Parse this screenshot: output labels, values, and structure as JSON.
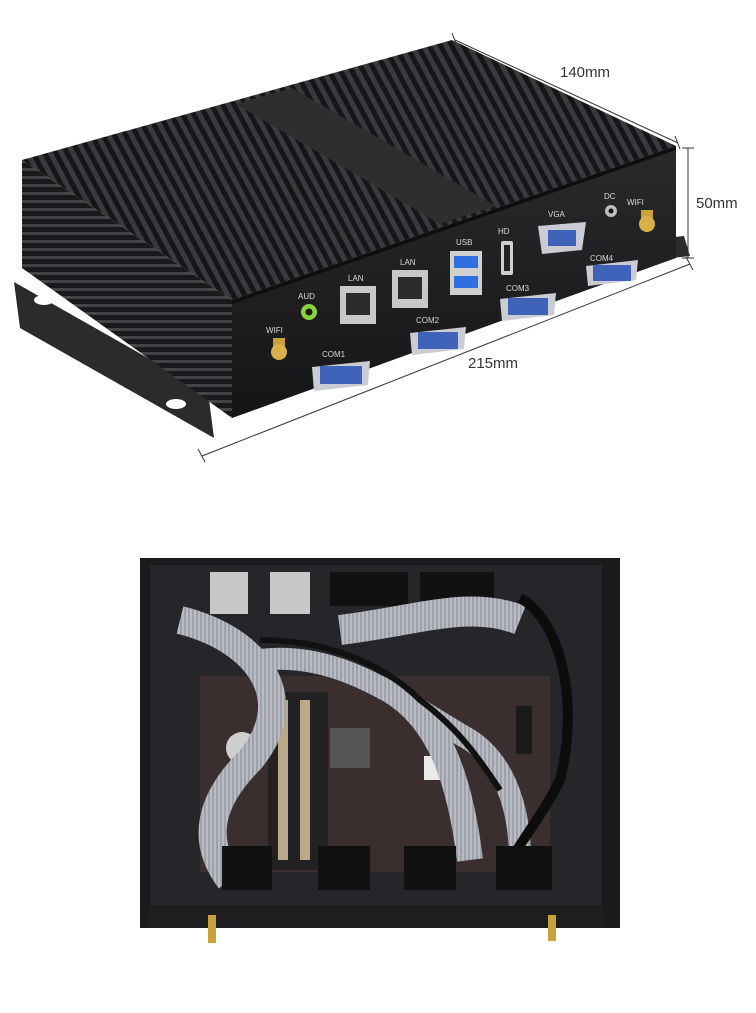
{
  "dimensions": {
    "depth": "140mm",
    "height": "50mm",
    "width": "215mm"
  },
  "ports": {
    "wifi_left": "WIFI",
    "aud": "AUD",
    "lan1": "LAN",
    "lan2": "LAN",
    "usb": "USB",
    "hd": "HD",
    "vga": "VGA",
    "dc": "DC",
    "wifi_right": "WIFI",
    "com1": "COM1",
    "com2": "COM2",
    "com3": "COM3",
    "com4": "COM4"
  },
  "colors": {
    "chassis": "#1b1b1d",
    "fins": "#2a2a2c",
    "audio_jack": "#8bd23c",
    "usb_blue": "#2f6fe0",
    "com_blue": "#3f63b8",
    "ribbon_grey": "#b9bcc4",
    "pcb": "#3a2f2e"
  }
}
